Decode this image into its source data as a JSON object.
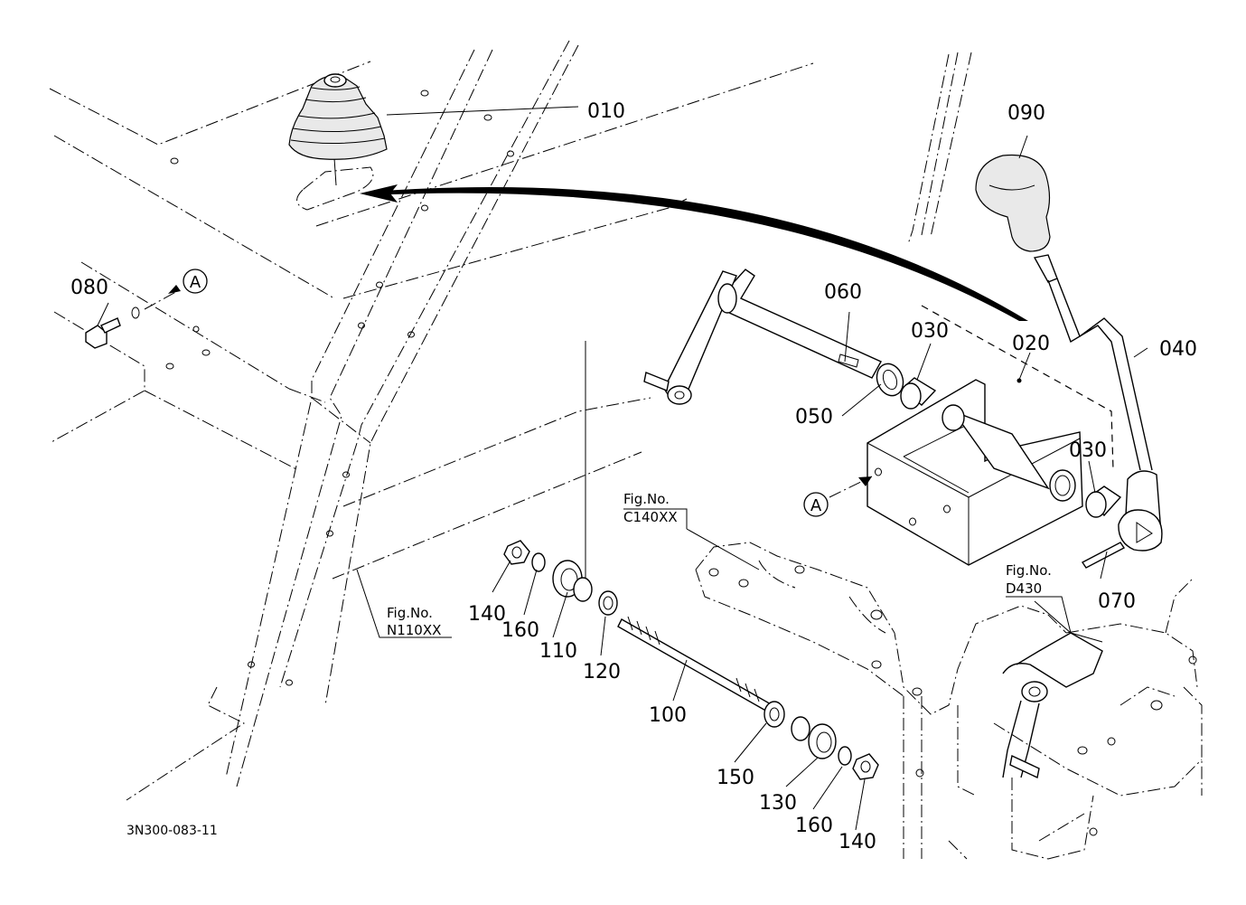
{
  "drawing_code": "3N300-083-11",
  "callouts": {
    "c010": "010",
    "c020": "020",
    "c030a": "030",
    "c030b": "030",
    "c040": "040",
    "c050": "050",
    "c060": "060",
    "c070": "070",
    "c080": "080",
    "c090": "090",
    "c100": "100",
    "c110": "110",
    "c120": "120",
    "c130": "130",
    "c140a": "140",
    "c140b": "140",
    "c150": "150",
    "c160a": "160",
    "c160b": "160"
  },
  "reference_marks": {
    "a1": "A",
    "a2": "A"
  },
  "figure_refs": {
    "n110": {
      "label": "Fig.No.",
      "code": "N110XX"
    },
    "c140": {
      "label": "Fig.No.",
      "code": "C140XX"
    },
    "d430": {
      "label": "Fig.No.",
      "code": "D430"
    }
  }
}
